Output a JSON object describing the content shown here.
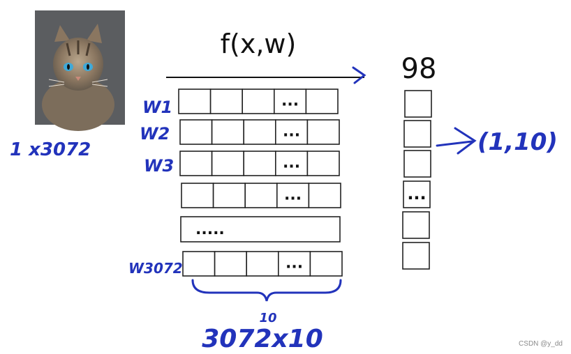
{
  "function_label": "f(x,w)",
  "output_label": "98",
  "input_size": "1 x3072",
  "weight_labels": [
    "W1",
    "W2",
    "W3",
    "W3072"
  ],
  "ellipsis": "...",
  "row_ellipsis": ".....",
  "output_shape": "(1,10)",
  "matrix_dim_top": "10",
  "matrix_dim_bottom": "3072x10",
  "watermark": "CSDN @y_dd",
  "colors": {
    "ink": "#111111",
    "handwriting": "#2233bb"
  }
}
